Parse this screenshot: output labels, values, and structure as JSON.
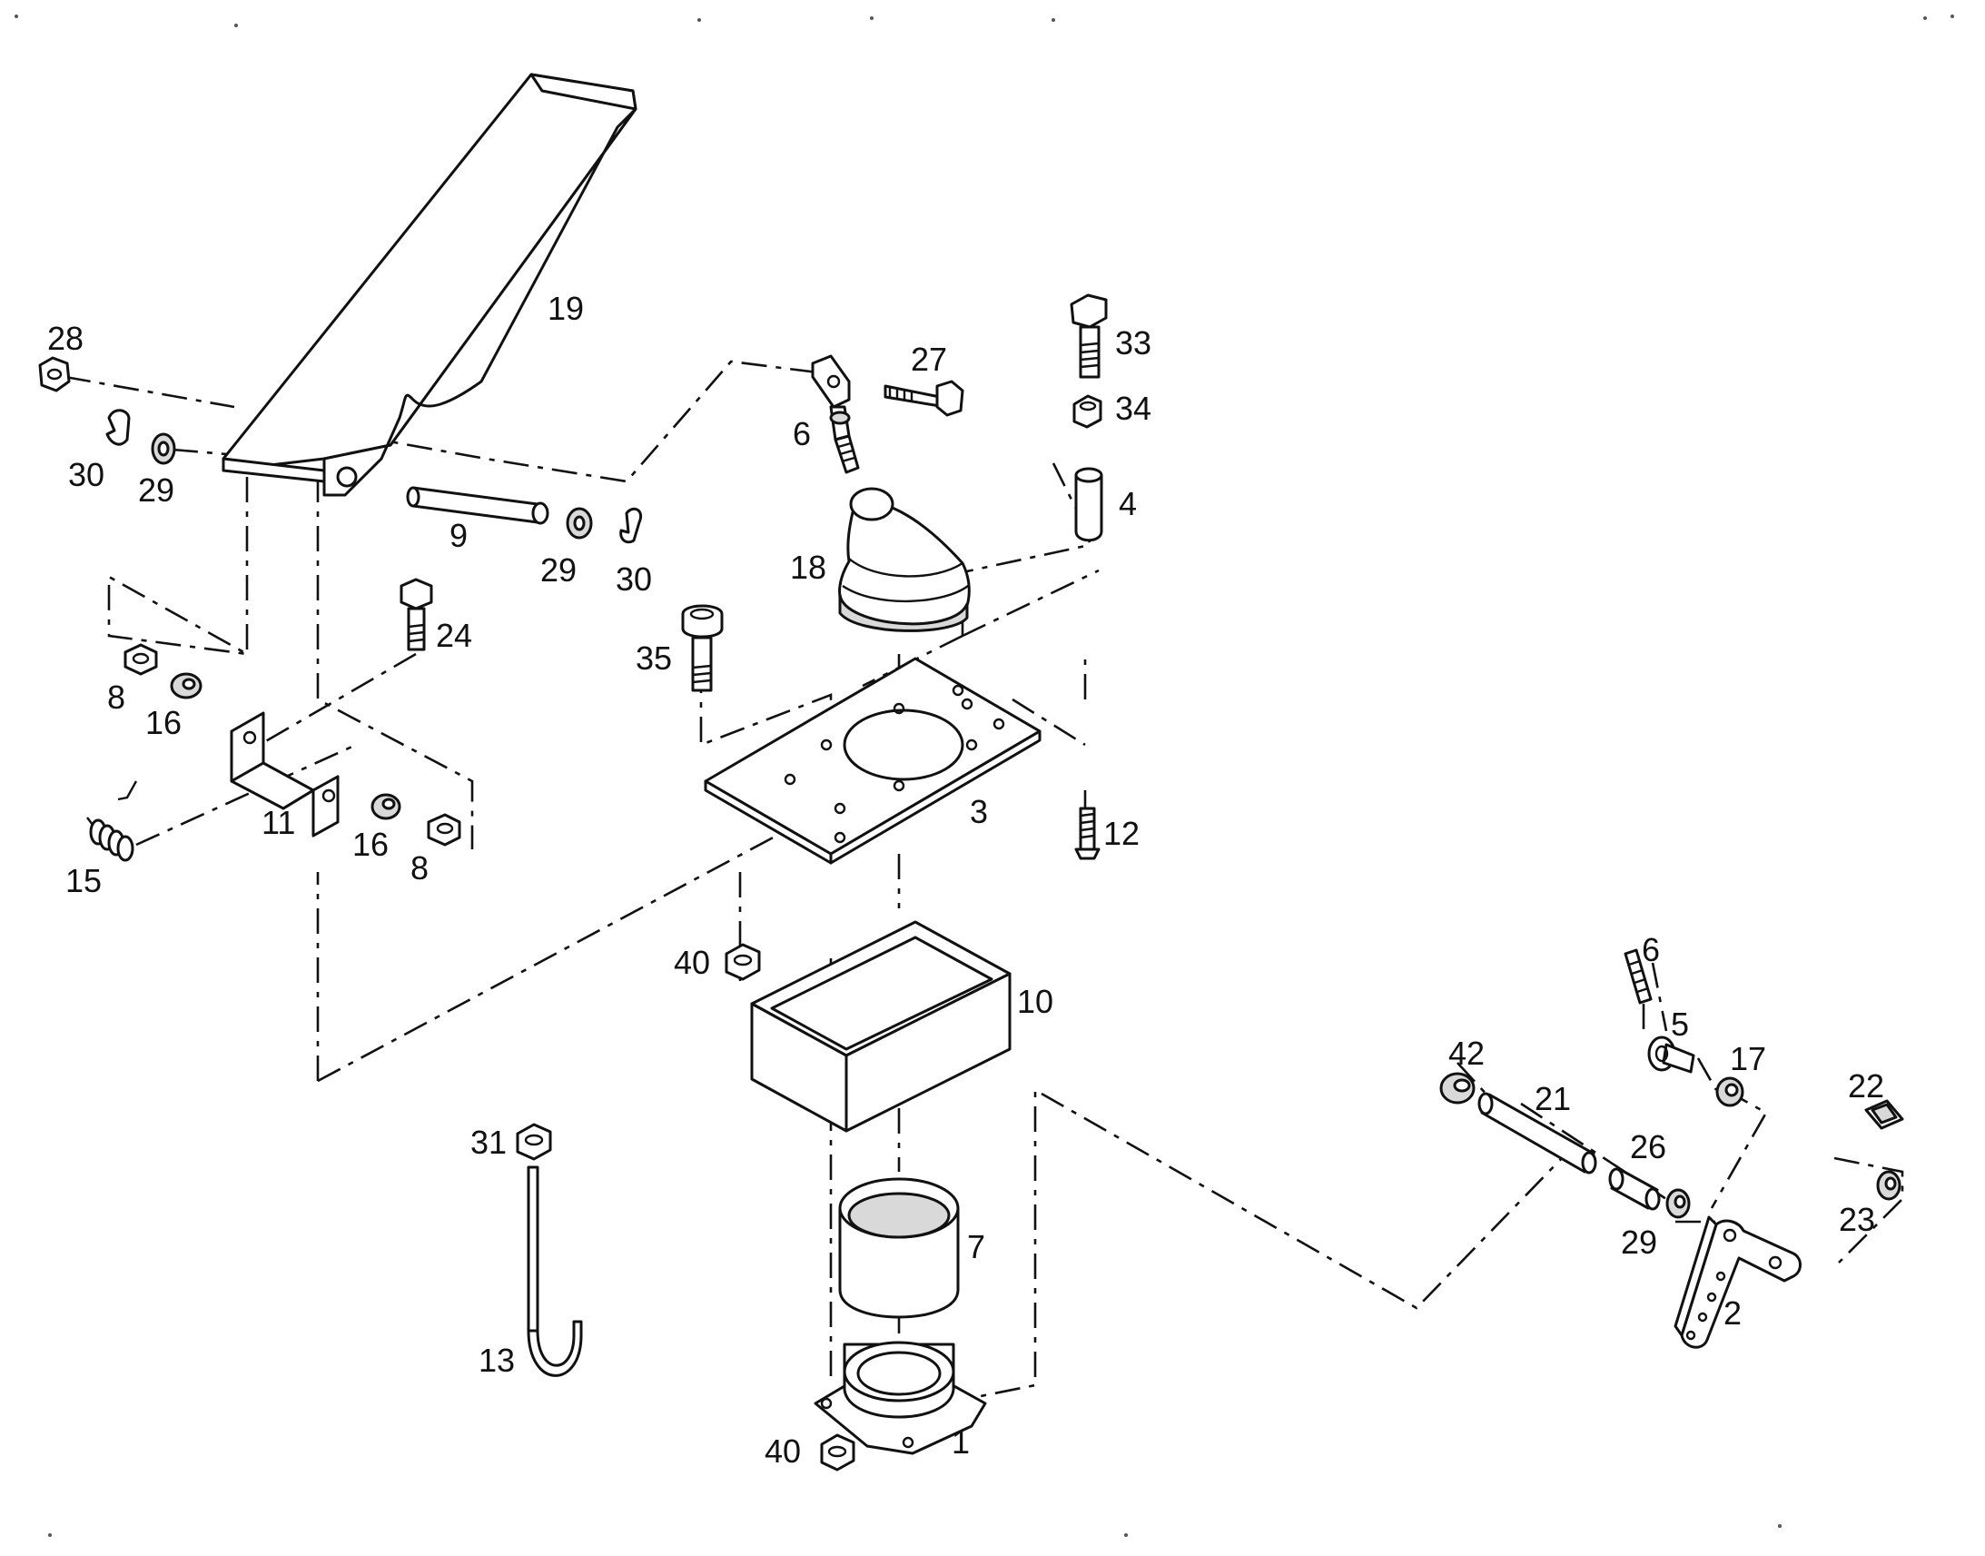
{
  "callouts": {
    "c1": "1",
    "c2": "2",
    "c3": "3",
    "c4": "4",
    "c5": "5",
    "c6a": "6",
    "c6b": "6",
    "c7": "7",
    "c8a": "8",
    "c8b": "8",
    "c9": "9",
    "c10": "10",
    "c11": "11",
    "c12": "12",
    "c13": "13",
    "c15": "15",
    "c16a": "16",
    "c16b": "16",
    "c17": "17",
    "c18": "18",
    "c19": "19",
    "c21": "21",
    "c22": "22",
    "c23": "23",
    "c24": "24",
    "c26": "26",
    "c27": "27",
    "c28": "28",
    "c29a": "29",
    "c29b": "29",
    "c29c": "29",
    "c30a": "30",
    "c30b": "30",
    "c31": "31",
    "c33": "33",
    "c34": "34",
    "c35": "35",
    "c40a": "40",
    "c40b": "40",
    "c42": "42"
  },
  "colors": {
    "line": "#111111",
    "fill": "#ffffff",
    "shade": "#d9d9d9"
  }
}
